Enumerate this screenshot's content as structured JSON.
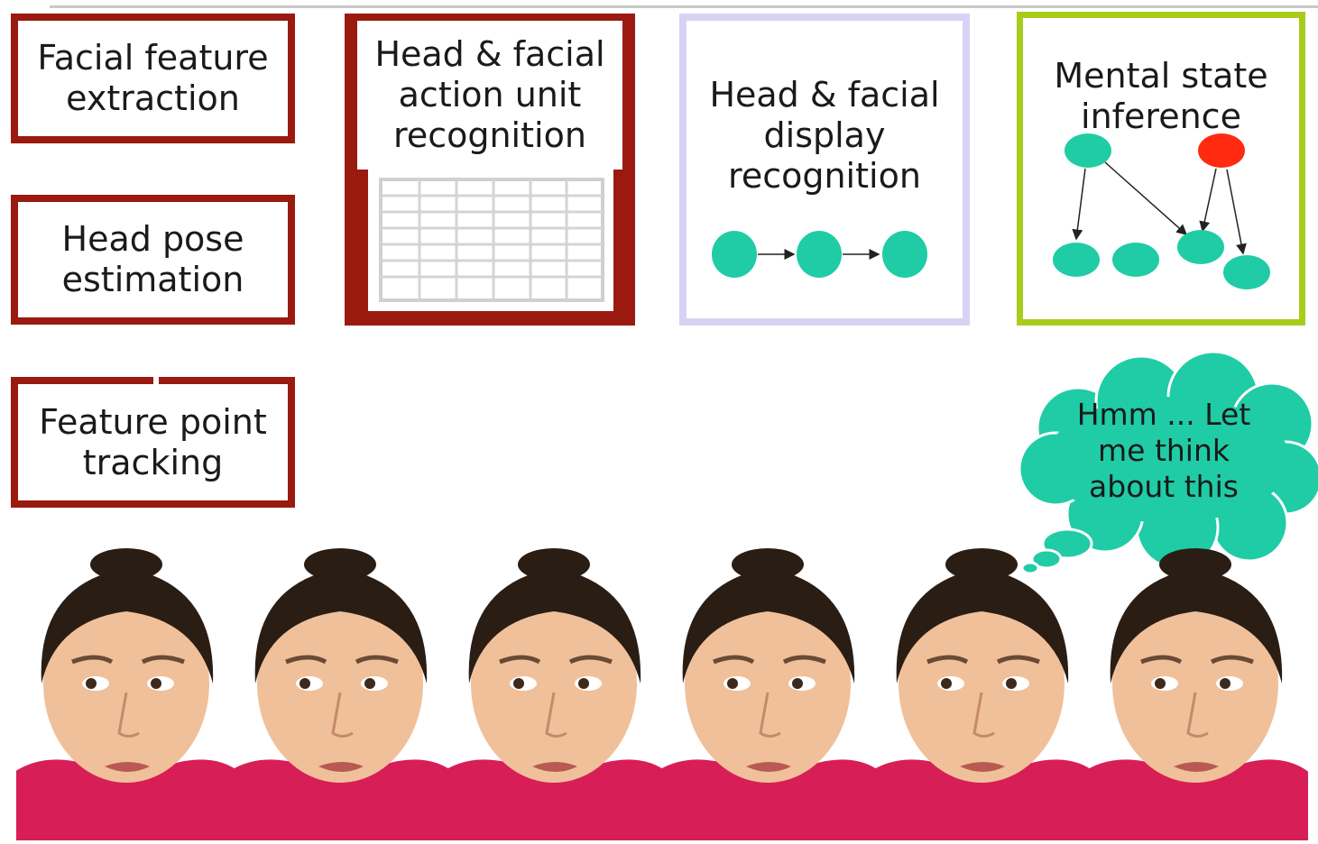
{
  "boxes": {
    "facial_feature_extraction": "Facial feature\nextraction",
    "head_pose_estimation": "Head pose\nestimation",
    "feature_point_tracking": "Feature point\ntracking",
    "action_unit_recognition": "Head & facial\naction unit\nrecognition",
    "display_recognition": "Head & facial\ndisplay\nrecognition",
    "mental_state_inference": "Mental state\ninference"
  },
  "thought_bubble": "Hmm ... Let\nme think\nabout this",
  "colors": {
    "stage_border": "#9a1a10",
    "display_border": "#d6d3f5",
    "inference_border": "#a8cc1c",
    "node": "#1fcca5",
    "active_node": "#ff2a10",
    "bubble": "#1fcca5"
  },
  "face_count": 6
}
